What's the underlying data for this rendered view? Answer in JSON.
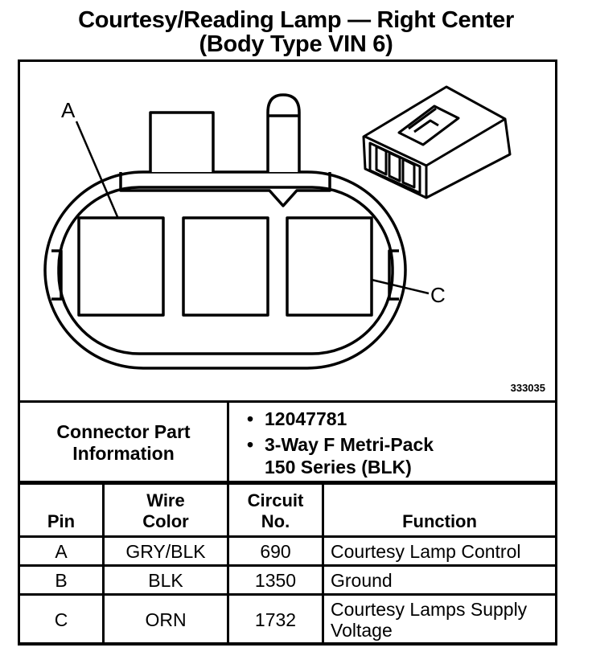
{
  "title_line1": "Courtesy/Reading Lamp — Right Center",
  "title_line2": "(Body Type VIN 6)",
  "diagram": {
    "label_a": "A",
    "label_c": "C",
    "part_number": "333035"
  },
  "connector_info": {
    "label_line1": "Connector Part",
    "label_line2": "Information",
    "bullet": "•",
    "item1": "12047781",
    "item2_line1": "3-Way F Metri-Pack",
    "item2_line2": "150 Series (BLK)"
  },
  "pin_table": {
    "headers": {
      "pin": "Pin",
      "wire_color_line1": "Wire",
      "wire_color_line2": "Color",
      "circuit_line1": "Circuit",
      "circuit_line2": "No.",
      "function": "Function"
    },
    "rows": [
      {
        "pin": "A",
        "wire": "GRY/BLK",
        "circuit": "690",
        "function_line1": "Courtesy Lamp Control",
        "function_line2": ""
      },
      {
        "pin": "B",
        "wire": "BLK",
        "circuit": "1350",
        "function_line1": "Ground",
        "function_line2": ""
      },
      {
        "pin": "C",
        "wire": "ORN",
        "circuit": "1732",
        "function_line1": "Courtesy Lamps Supply",
        "function_line2": "Voltage"
      }
    ]
  }
}
